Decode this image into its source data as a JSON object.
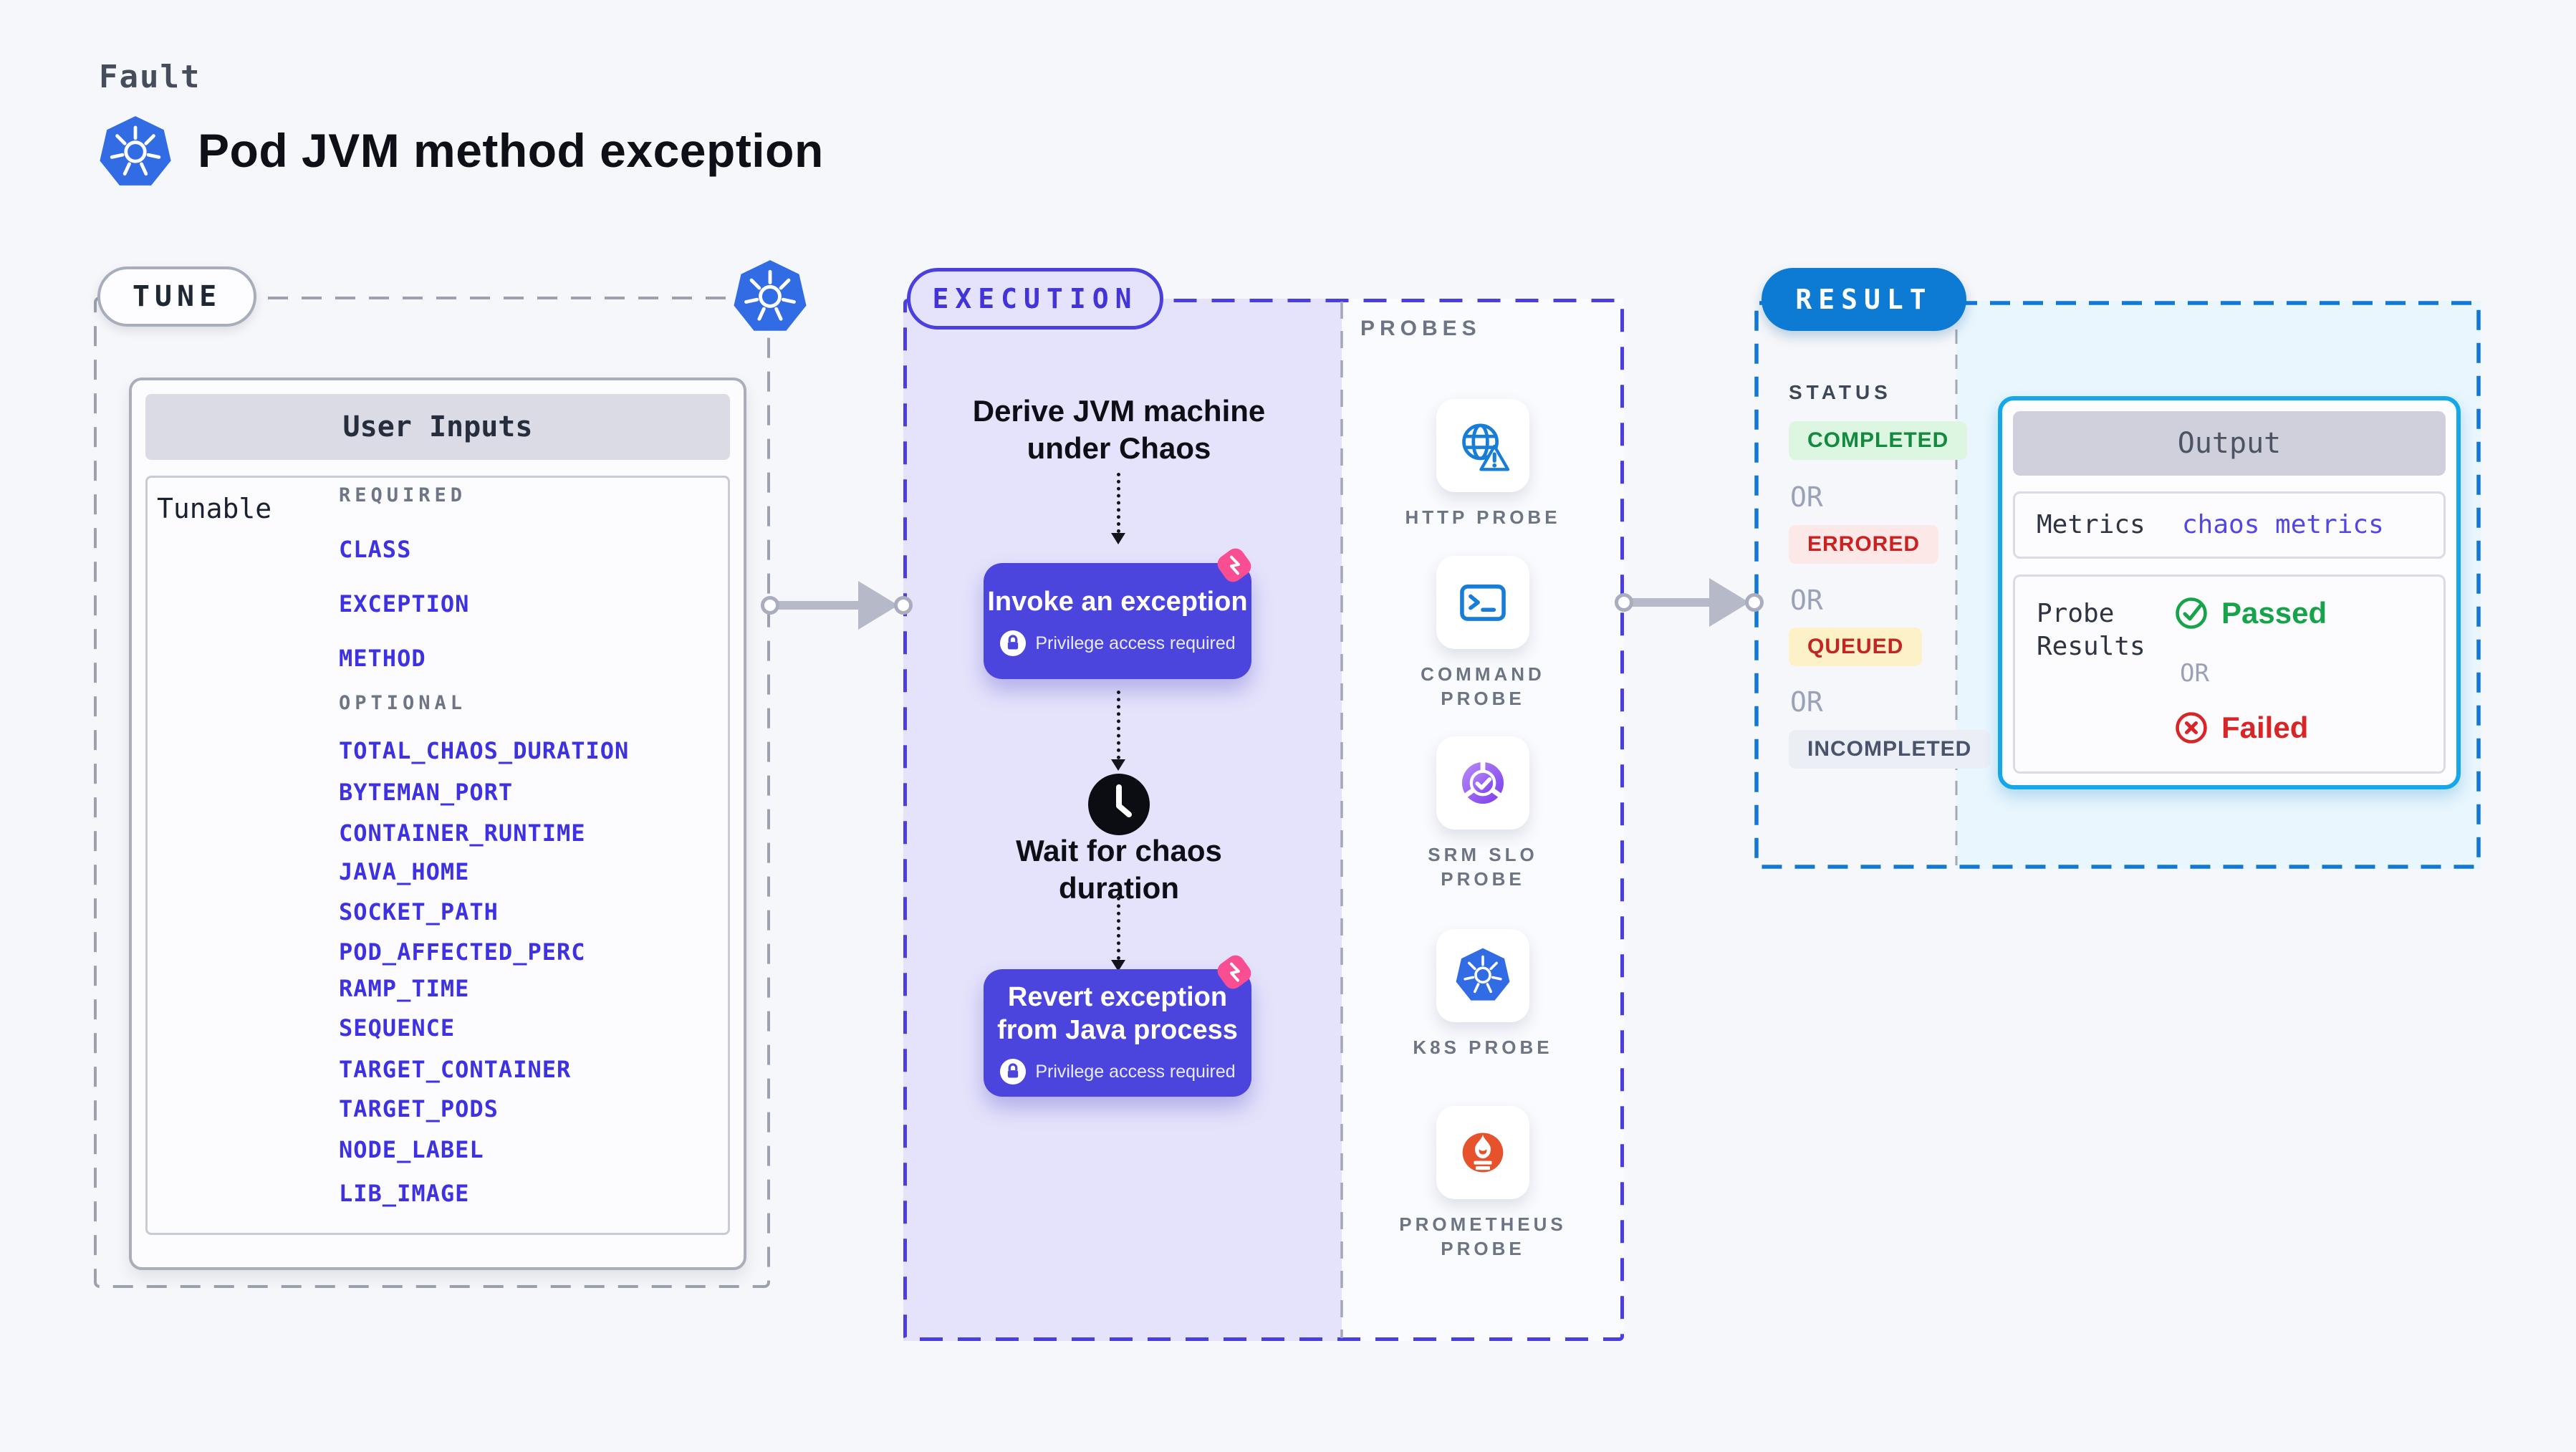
{
  "header": {
    "eyebrow": "Fault",
    "title": "Pod JVM method exception"
  },
  "tune": {
    "pill": "TUNE",
    "table_header": "User Inputs",
    "row_label": "Tunable",
    "required_label": "REQUIRED",
    "required_items": [
      "CLASS",
      "EXCEPTION",
      "METHOD"
    ],
    "optional_label": "OPTIONAL",
    "optional_items": [
      "TOTAL_CHAOS_DURATION",
      "BYTEMAN_PORT",
      "CONTAINER_RUNTIME",
      "JAVA_HOME",
      "SOCKET_PATH",
      "POD_AFFECTED_PERC",
      "RAMP_TIME",
      "SEQUENCE",
      "TARGET_CONTAINER",
      "TARGET_PODS",
      "NODE_LABEL",
      "LIB_IMAGE"
    ]
  },
  "execution": {
    "pill": "EXECUTION",
    "derive_lines": [
      "Derive JVM machine",
      "under Chaos"
    ],
    "invoke_title": "Invoke an exception",
    "invoke_note": "Privilege access required",
    "wait_lines": [
      "Wait for chaos",
      "duration"
    ],
    "revert_lines": [
      "Revert exception",
      "from Java process"
    ],
    "revert_note": "Privilege access required"
  },
  "probes": {
    "title": "PROBES",
    "items": [
      {
        "icon": "http-probe-icon",
        "lines": [
          "HTTP PROBE",
          ""
        ]
      },
      {
        "icon": "command-probe-icon",
        "lines": [
          "COMMAND",
          "PROBE"
        ]
      },
      {
        "icon": "srm-slo-probe-icon",
        "lines": [
          "SRM SLO",
          "PROBE"
        ]
      },
      {
        "icon": "k8s-probe-icon",
        "lines": [
          "K8S PROBE",
          ""
        ]
      },
      {
        "icon": "prometheus-probe-icon",
        "lines": [
          "PROMETHEUS",
          "PROBE"
        ]
      }
    ]
  },
  "result": {
    "pill": "RESULT",
    "status_label": "STATUS",
    "or": "OR",
    "statuses": [
      {
        "label": "COMPLETED",
        "color": "green"
      },
      {
        "label": "ERRORED",
        "color": "red"
      },
      {
        "label": "QUEUED",
        "color": "yellow"
      },
      {
        "label": "INCOMPLETED",
        "color": "gray"
      }
    ],
    "output": {
      "header": "Output",
      "metrics_label": "Metrics",
      "metrics_value": "chaos metrics",
      "probe_results_lines": [
        "Probe",
        "Results"
      ],
      "passed": "Passed",
      "or": "OR",
      "failed": "Failed"
    }
  },
  "colors": {
    "page_bg": "#f6f7fa",
    "indigo": "#4b45de",
    "indigo_dash": "#4a3ee2",
    "lavender": "#e5e3fb",
    "link_blue": "#3d31e2",
    "result_blue": "#0d7ad3",
    "output_border": "#16a7e9",
    "result_panel": "#e9f6fd",
    "green": "#16a34a",
    "red": "#d92525",
    "pink": "#fa4e92",
    "k8s_blue": "#326ce5",
    "probe_icon_blue": "#187dd6",
    "prometheus_orange": "#e6522c",
    "srm_purple": "#7c3aed",
    "arrow_gray": "#b6b9c8"
  }
}
